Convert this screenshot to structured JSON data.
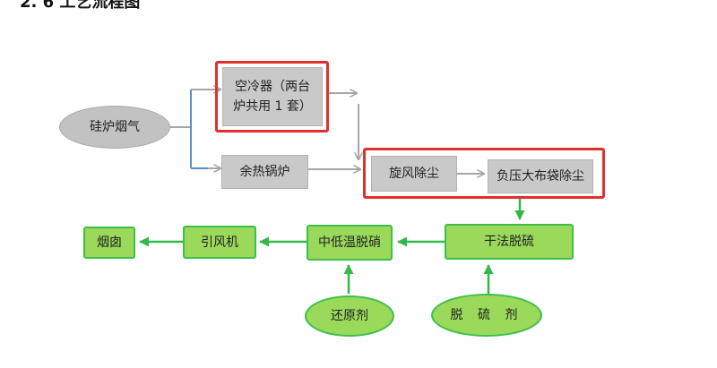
{
  "document": {
    "heading": "2. 6 工艺流程图"
  },
  "diagram": {
    "nodes": {
      "silicon_furnace_flue_gas": "硅炉烟气",
      "air_cooler_line1": "空冷器（两台",
      "air_cooler_line2": "炉共用 1 套）",
      "waste_heat_boiler": "余热锅炉",
      "cyclone_dust_removal": "旋风除尘",
      "negative_pressure_baghouse": "负压大布袋除尘",
      "dry_desulfurization": "干法脱硫",
      "mid_low_temp_denitration": "中低温脱硝",
      "induced_draft_fan": "引风机",
      "chimney": "烟囱",
      "reducing_agent": "还原剂",
      "desulfurizer": "脱 硫 剂"
    },
    "colors": {
      "gray_fill": "#c9c9c9",
      "green_fill": "#9ad95a",
      "green_stroke": "#3cbf4a",
      "highlight_red": "#e0302d",
      "gray_arrow": "#a6a6a6",
      "blue_connector": "#5b8fc8",
      "green_arrow": "#33b84a"
    }
  }
}
